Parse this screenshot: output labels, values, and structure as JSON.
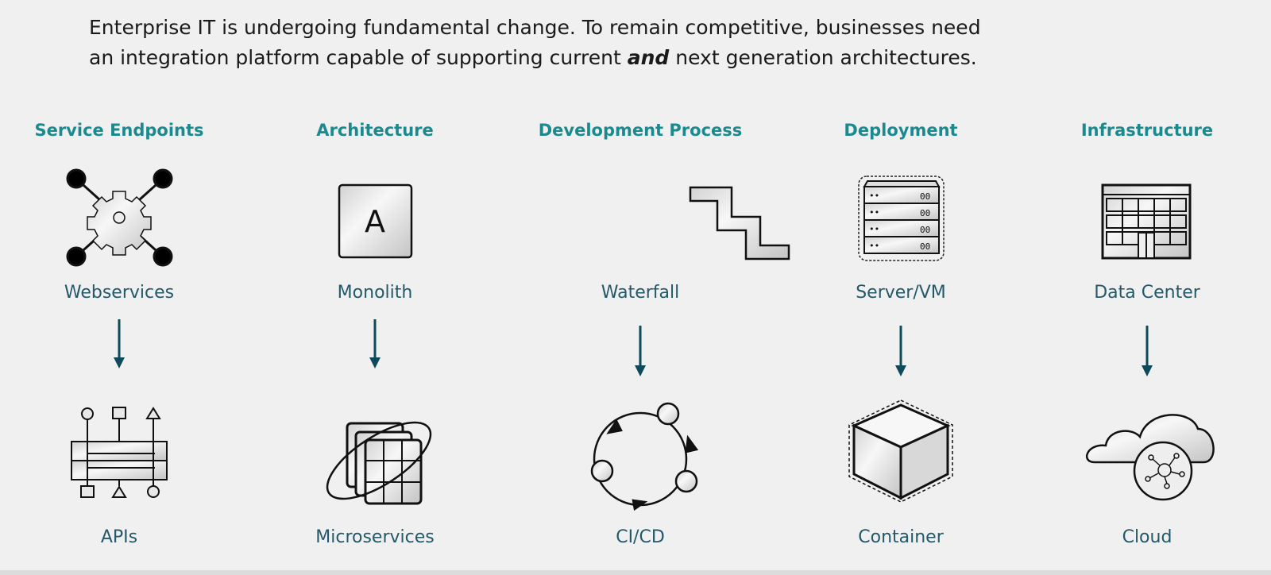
{
  "intro": {
    "line1": "Enterprise IT is undergoing fundamental change.  To remain competitive, businesses need",
    "line2_pre": "an integration platform capable of supporting current ",
    "line2_em": "and",
    "line2_post": " next generation architectures."
  },
  "columns": [
    {
      "heading": "Service Endpoints",
      "from": "Webservices",
      "to": "APIs",
      "from_icon": "webservices-gear-icon",
      "to_icon": "api-bus-icon"
    },
    {
      "heading": "Architecture",
      "from": "Monolith",
      "to": "Microservices",
      "from_icon": "monolith-block-icon",
      "to_icon": "microservices-grid-icon"
    },
    {
      "heading": "Development Process",
      "from": "Waterfall",
      "to": "CI/CD",
      "from_icon": "waterfall-stairs-icon",
      "to_icon": "cicd-cycle-icon"
    },
    {
      "heading": "Deployment",
      "from": "Server/VM",
      "to": "Container",
      "from_icon": "server-rack-icon",
      "to_icon": "container-cube-icon"
    },
    {
      "heading": "Infrastructure",
      "from": "Data Center",
      "to": "Cloud",
      "from_icon": "datacenter-building-icon",
      "to_icon": "cloud-icon"
    }
  ],
  "colors": {
    "heading": "#1b8a8f",
    "label": "#24596a",
    "arrow": "#0e4a5a",
    "background": "#f0f0f0"
  }
}
